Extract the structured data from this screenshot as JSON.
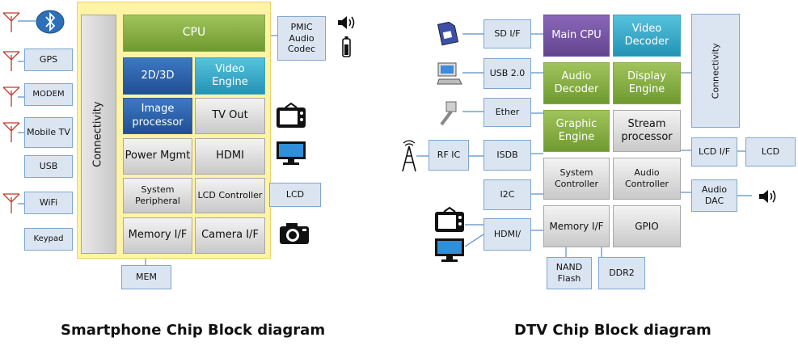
{
  "smartphone": {
    "title": "Smartphone Chip Block diagram",
    "connectivity": "Connectivity",
    "left": [
      "GPS",
      "MODEM",
      "Mobile TV",
      "USB",
      "WiFi",
      "Keypad"
    ],
    "cpu": "CPU",
    "gfx": "2D/3D",
    "video": "Video Engine",
    "image": "Image processor",
    "tvout": "TV Out",
    "power": "Power Mgmt",
    "hdmi": "HDMI",
    "sysper": "System Peripheral",
    "lcdctrl": "LCD Controller",
    "memif": "Memory I/F",
    "camif": "Camera I/F",
    "mem": "MEM",
    "pmic": "PMIC Audio Codec",
    "lcd": "LCD"
  },
  "dtv": {
    "title": "DTV Chip Block diagram",
    "sdif": "SD I/F",
    "usb": "USB 2.0",
    "ether": "Ether",
    "rfic": "RF IC",
    "isdb": "ISDB",
    "i2c": "I2C",
    "hdmi": "HDMI/",
    "maincpu": "Main CPU",
    "videodec": "Video Decoder",
    "audiodec": "Audio Decoder",
    "display": "Display Engine",
    "graphic": "Graphic Engine",
    "stream": "Stream processor",
    "sysctrl": "System Controller",
    "audioctrl": "Audio Controller",
    "memif": "Memory I/F",
    "gpio": "GPIO",
    "nand": "NAND Flash",
    "ddr2": "DDR2",
    "connectivity": "Connectivity",
    "lcdif": "LCD I/F",
    "lcd": "LCD",
    "audiodac": "Audio DAC"
  },
  "colors": {
    "light_blue_box": "#dbe5f1",
    "green": "#7fa83a",
    "blue": "#2f65ad",
    "teal": "#35a9c9",
    "purple": "#7556a6",
    "gray": "#d9d9d9",
    "chip_yellow": "#fff4a6"
  },
  "icons": [
    "antenna-icon",
    "bluetooth-icon",
    "speaker-icon",
    "battery-icon",
    "tv-icon",
    "monitor-icon",
    "camera-icon",
    "sd-card-icon",
    "computer-icon",
    "ethernet-plug-icon",
    "radio-tower-icon"
  ]
}
